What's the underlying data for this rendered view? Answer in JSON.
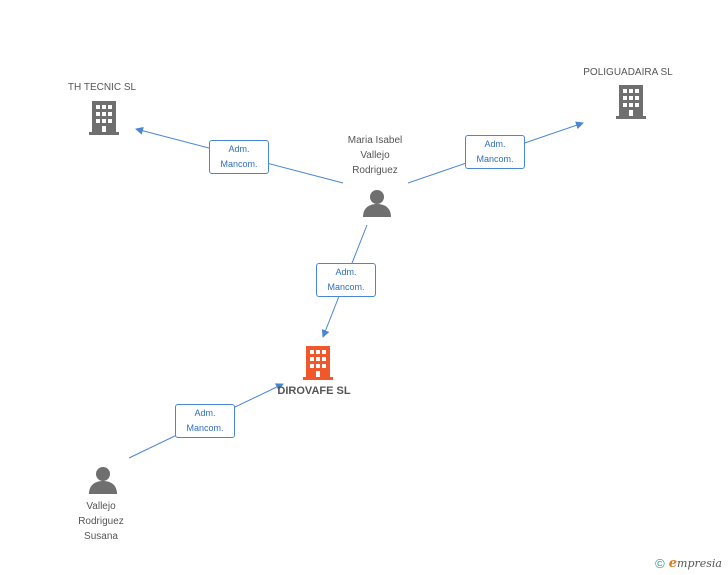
{
  "nodes": {
    "th_tecnic": {
      "label": "TH TECNIC SL"
    },
    "poliguadaira": {
      "label": "POLIGUADAIRA SL"
    },
    "maria": {
      "label_lines": [
        "Maria Isabel",
        "Vallejo",
        "Rodriguez"
      ]
    },
    "dirovafe": {
      "label": "DIROVAFE SL"
    },
    "vallejo": {
      "label_lines": [
        "Vallejo",
        "Rodriguez",
        "Susana"
      ]
    }
  },
  "edges": [
    {
      "id": "maria-th",
      "line1": "Adm.",
      "line2": "Mancom."
    },
    {
      "id": "maria-poli",
      "line1": "Adm.",
      "line2": "Mancom."
    },
    {
      "id": "maria-diro",
      "line1": "Adm.",
      "line2": "Mancom."
    },
    {
      "id": "vallejo-diro",
      "line1": "Adm.",
      "line2": "Mancom."
    }
  ],
  "footer": {
    "copyright": "©",
    "brand_initial": "e",
    "brand_rest": "mpresia"
  },
  "colors": {
    "edge": "#4a86d6",
    "company_icon": "#6f6f6f",
    "focus_icon": "#f0572a",
    "person_icon": "#6f6f6f"
  }
}
